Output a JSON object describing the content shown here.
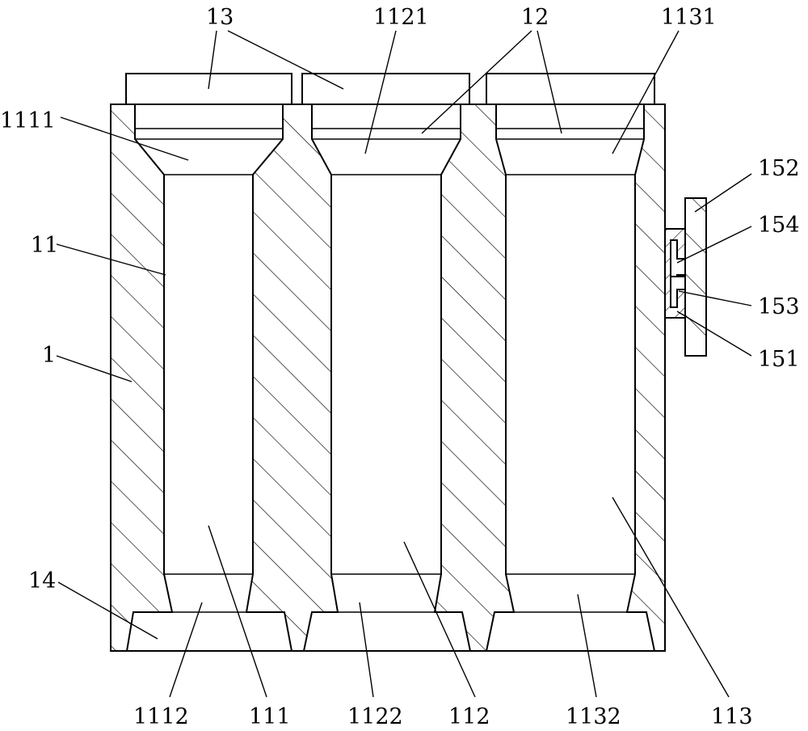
{
  "figure": {
    "labels": {
      "l13": "13",
      "l1121": "1121",
      "l12": "12",
      "l1131": "1131",
      "l1111": "1111",
      "l152": "152",
      "l154": "154",
      "l11": "11",
      "l153": "153",
      "l1": "1",
      "l151": "151",
      "l14": "14",
      "l1112": "1112",
      "l111": "111",
      "l1122": "1122",
      "l112": "112",
      "l1132": "1132",
      "l113": "113"
    }
  }
}
